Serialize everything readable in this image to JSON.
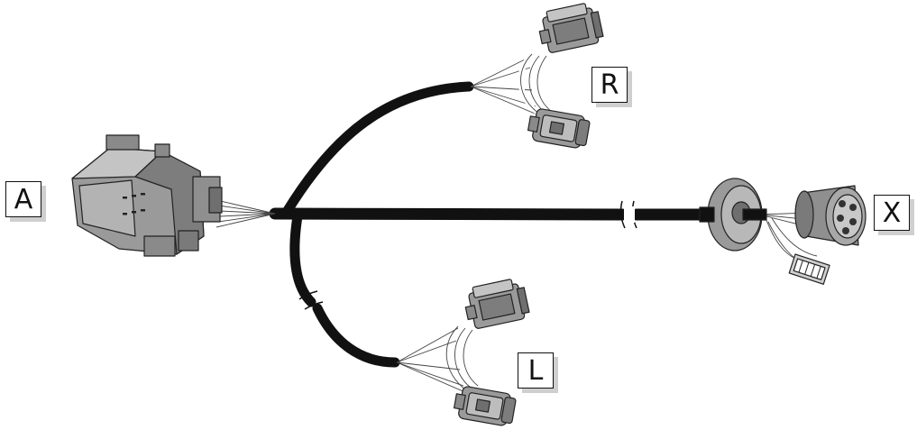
{
  "callouts": {
    "a": "A",
    "r": "R",
    "l": "L",
    "x": "X"
  },
  "components": {
    "connector_a": "main-multipin-connector",
    "connector_r": "right-branch-connector-pair",
    "connector_l": "left-branch-connector-pair",
    "connector_x": "round-trailer-socket-with-grommet"
  },
  "colors": {
    "cable": "#111111",
    "connector_fill": "#9a9a9a",
    "connector_dark": "#6f6f6f",
    "connector_light": "#c4c4c4",
    "label_shadow": "#cfcfcf"
  }
}
